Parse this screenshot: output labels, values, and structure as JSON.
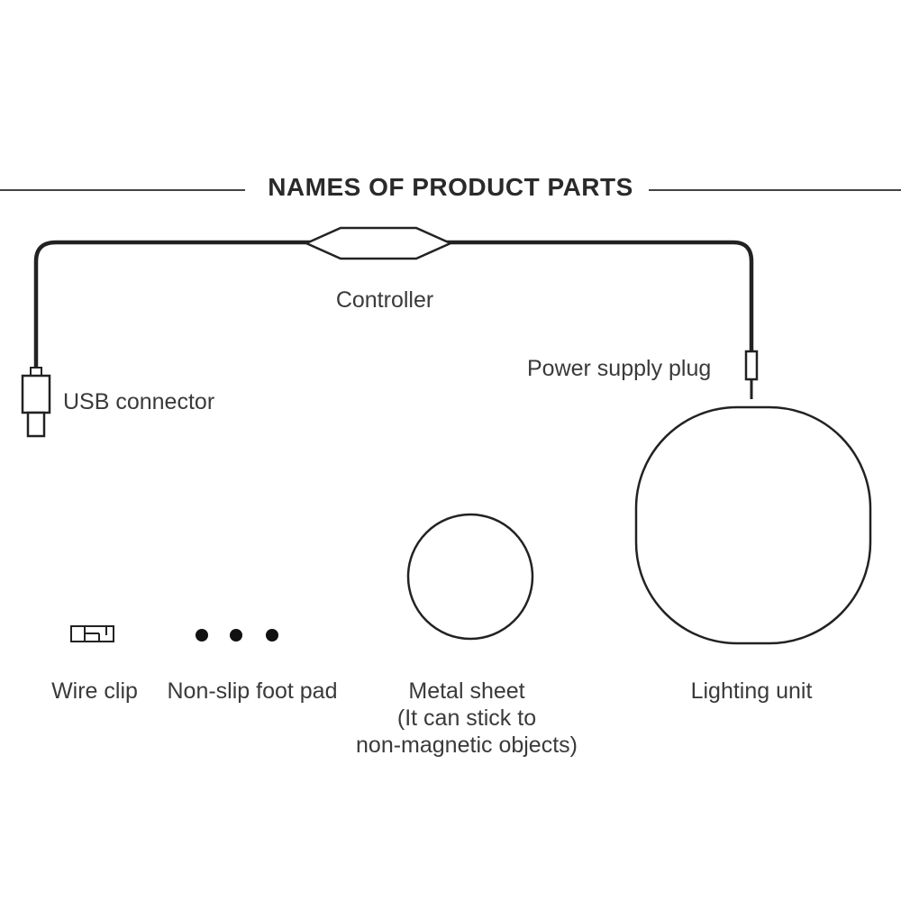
{
  "title": "NAMES OF PRODUCT PARTS",
  "parts": {
    "controller": "Controller",
    "power_plug": "Power supply plug",
    "usb_connector": "USB connector",
    "wire_clip": "Wire clip",
    "foot_pad": "Non-slip foot pad",
    "metal_sheet": {
      "line1": "Metal sheet",
      "line2": "(It can stick to",
      "line3": "non-magnetic objects)"
    },
    "lighting_unit": "Lighting unit"
  }
}
